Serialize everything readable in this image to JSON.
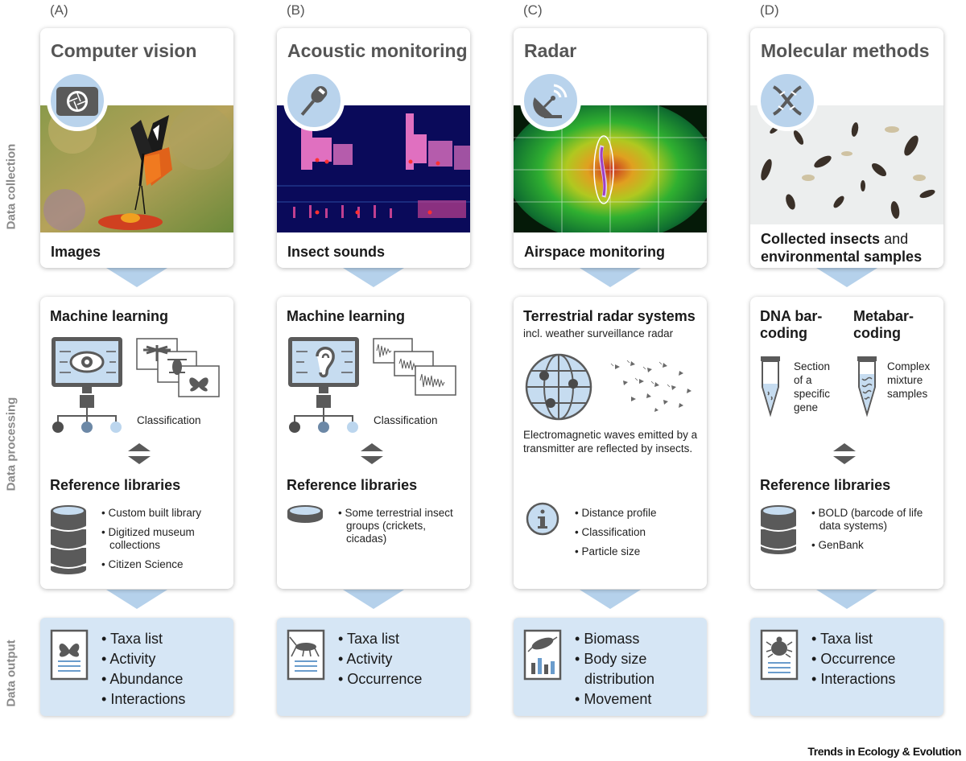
{
  "row_labels": {
    "collection": "Data collection",
    "processing": "Data processing",
    "output": "Data output"
  },
  "columns": [
    {
      "letter": "(A)",
      "title": "Computer vision",
      "icon": "camera-aperture-icon",
      "collect_label": "Images",
      "processing_title": "Machine learning",
      "classification_label": "Classification",
      "reference_title": "Reference libraries",
      "reference_items": [
        "Custom built library",
        "Digitized museum collections",
        "Citizen Science"
      ],
      "outputs": [
        "Taxa list",
        "Activity",
        "Abundance",
        "Interactions"
      ]
    },
    {
      "letter": "(B)",
      "title": "Acoustic monitoring",
      "icon": "microphone-icon",
      "collect_label": "Insect sounds",
      "processing_title": "Machine learning",
      "classification_label": "Classification",
      "reference_title": "Reference libraries",
      "reference_items": [
        "Some terrestrial insect groups (crickets, cicadas)"
      ],
      "outputs": [
        "Taxa list",
        "Activity",
        "Occurrence"
      ]
    },
    {
      "letter": "(C)",
      "title": "Radar",
      "icon": "satellite-dish-icon",
      "collect_label": "Airspace monitoring",
      "processing_title": "Terrestrial radar systems",
      "processing_subtitle": "incl. weather surveillance radar",
      "em_text": "Electromagnetic waves emitted by a transmitter are reflected by insects.",
      "info_items": [
        "Distance profile",
        "Classification",
        "Particle size"
      ],
      "outputs": [
        "Biomass",
        "Body size distribution",
        "Movement"
      ]
    },
    {
      "letter": "(D)",
      "title": "Molecular methods",
      "icon": "dna-icon",
      "collect_label_bold": "Collected insects",
      "collect_label_norm": "and",
      "collect_label_bold2": "environmental samples",
      "dna_title": "DNA bar-coding",
      "dna_text": "Section of a specific gene",
      "meta_title": "Metabar-coding",
      "meta_text": "Complex mixture samples",
      "reference_title": "Reference libraries",
      "reference_items": [
        "BOLD (barcode of life data systems)",
        "GenBank"
      ],
      "outputs": [
        "Taxa list",
        "Occurrence",
        "Interactions"
      ]
    }
  ],
  "brand": "Trends in Ecology & Evolution"
}
